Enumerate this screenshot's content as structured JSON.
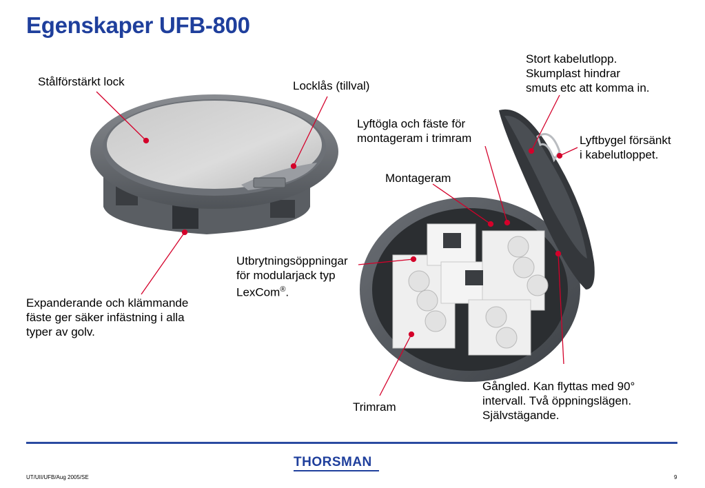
{
  "title": "Egenskaper UFB-800",
  "labels": {
    "lid": "Stålförstärkt lock",
    "lock": "Locklås (tillval)",
    "cable_outlet": [
      "Stort kabelutlopp.",
      "Skumplast hindrar",
      "smuts etc att komma in."
    ],
    "lift_tab": [
      "Lyftögla och fäste för",
      "montageram i trimram"
    ],
    "lift_bracket": [
      "Lyftbygel försänkt",
      "i kabelutloppet."
    ],
    "mounting_frame": "Montageram",
    "knockouts": [
      "Utbrytningsöppningar",
      "för modularjack typ",
      "LexCom"
    ],
    "knockouts_reg": "®",
    "knockouts_end": ".",
    "expanding": [
      "Expanderande och klämmande",
      "fäste ger säker infästning i alla",
      "typer av golv."
    ],
    "hinge": [
      "Gångled. Kan flyttas med 90°",
      "intervall. Två öppningslägen.",
      "Självstägande."
    ],
    "trim_frame": "Trimram"
  },
  "footer": {
    "doc_ref": "UT/UII/UFB/Aug 2005/SE",
    "page_number": "9",
    "logo_text": "THORSMAN"
  },
  "colors": {
    "title": "#1f3f9c",
    "callout": "#d4002a",
    "rule": "#2a4aa0"
  }
}
